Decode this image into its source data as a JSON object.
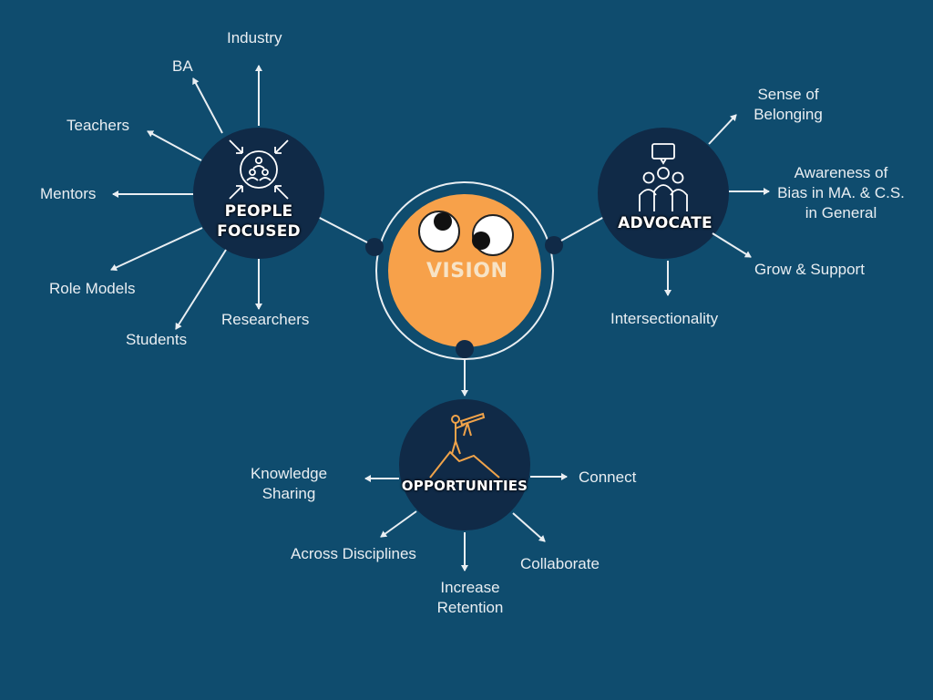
{
  "colors": {
    "background": "#0f4c6e",
    "hub_fill": "#102a47",
    "vision_fill": "#f7a14a",
    "line": "#e9eef2",
    "icon_orange": "#f0a34a"
  },
  "vision": {
    "title": "VISION"
  },
  "people_focused": {
    "title_line1": "PEOPLE",
    "title_line2": "FOCUSED",
    "items": [
      "Industry",
      "BA",
      "Teachers",
      "Mentors",
      "Role Models",
      "Students",
      "Researchers"
    ]
  },
  "advocate": {
    "title": "ADVOCATE",
    "items": {
      "belonging_line1": "Sense of",
      "belonging_line2": "Belonging",
      "awareness_line1": "Awareness of",
      "awareness_line2": "Bias in MA. & C.S.",
      "awareness_line3": "in General",
      "grow": "Grow & Support",
      "intersectionality": "Intersectionality"
    }
  },
  "opportunities": {
    "title": "OPPORTUNITIES",
    "items": {
      "knowledge_line1": "Knowledge",
      "knowledge_line2": "Sharing",
      "connect": "Connect",
      "across": "Across Disciplines",
      "collaborate": "Collaborate",
      "retention_line1": "Increase",
      "retention_line2": "Retention"
    }
  },
  "icons": {
    "people_focused": "people-target-icon",
    "advocate": "speaking-group-icon",
    "opportunities": "person-with-telescope-icon"
  }
}
